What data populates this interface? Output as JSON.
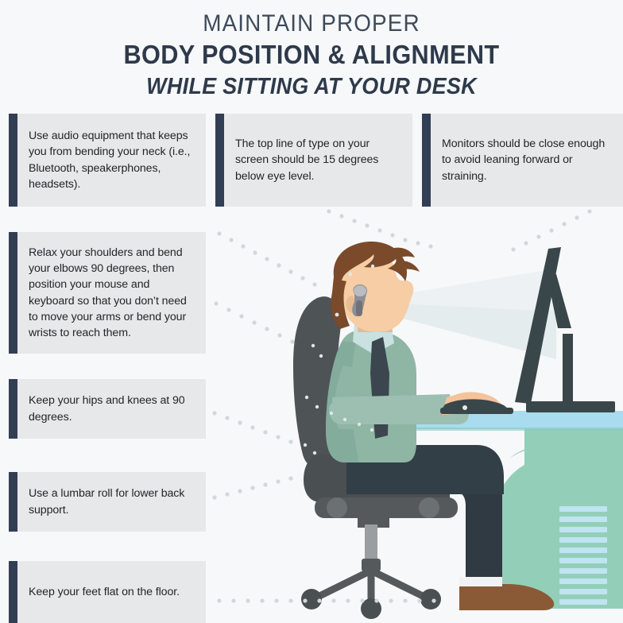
{
  "header": {
    "line1": "MAINTAIN PROPER",
    "line2": "BODY POSITION & ALIGNMENT",
    "line3": "WHILE SITTING AT YOUR DESK"
  },
  "callouts": {
    "top": [
      {
        "id": "audio-equipment",
        "text": "Use audio equipment that keeps you from bending your neck (i.e., Bluetooth, speakerphones, headsets)."
      },
      {
        "id": "screen-top-line",
        "text": "The top line of type on your screen should be 15 degrees below eye level."
      },
      {
        "id": "monitor-distance",
        "text": "Monitors should be close enough to avoid leaning forward or straining."
      }
    ],
    "left": [
      {
        "id": "shoulders-elbows",
        "text": "Relax your shoulders and bend your elbows 90 degrees, then position your mouse and keyboard so that you don’t need to move your arms or bend your wrists to reach them."
      },
      {
        "id": "hips-knees",
        "text": "Keep your hips and knees at 90 degrees."
      },
      {
        "id": "lumbar-roll",
        "text": "Use a lumbar roll for lower back support."
      },
      {
        "id": "feet-flat",
        "text": "Keep your feet flat on the floor."
      }
    ]
  },
  "illustration": {
    "alt": "Side view of a man sitting at a desk with correct posture, wearing a Bluetooth headset, facing a monitor",
    "parts": [
      "office-chair",
      "seated-person",
      "bluetooth-headset",
      "desk",
      "monitor",
      "keyboard-mouse",
      "vision-cone"
    ]
  },
  "colors": {
    "background": "#f7f8fa",
    "callout_fill": "#e7e8e9",
    "callout_accent": "#323e54",
    "title_dark": "#2e3a4b",
    "title_light": "#3e4a5a",
    "body_text": "#22262b",
    "dot_color": "#ccd6dd",
    "chair_dark": "#4a4f52",
    "chair_mid": "#5c6164",
    "shirt_green": "#8fb5a5",
    "skin": "#f2c9a0",
    "hair_brown": "#7a4a2a",
    "pants_dark": "#2f3a42",
    "shoe_brown": "#8a5a36",
    "desk_top": "#a8dcec",
    "desk_body": "#93cfb8",
    "monitor_dark": "#39464a",
    "vision_cone": "#dfe8ea"
  }
}
